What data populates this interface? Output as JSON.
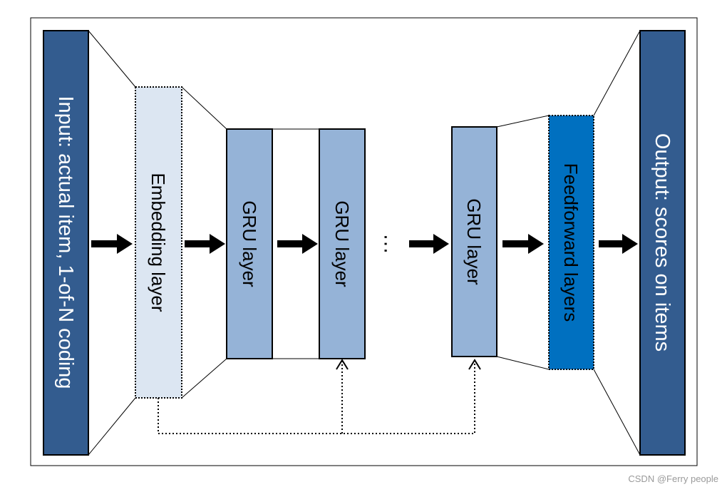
{
  "diagram": {
    "input_label": "Input: actual item, 1-of-N coding",
    "embedding_label": "Embedding layer",
    "gru_labels": [
      "GRU layer",
      "GRU layer",
      "GRU layer"
    ],
    "ellipsis": "…",
    "feedforward_label": "Feedforward layers",
    "output_label": "Output: scores on items"
  },
  "colors": {
    "io_block": "#335c8f",
    "embedding": "#dce6f2",
    "gru": "#95b3d7",
    "feedforward": "#0070c0"
  },
  "watermark": "CSDN @Ferry people"
}
